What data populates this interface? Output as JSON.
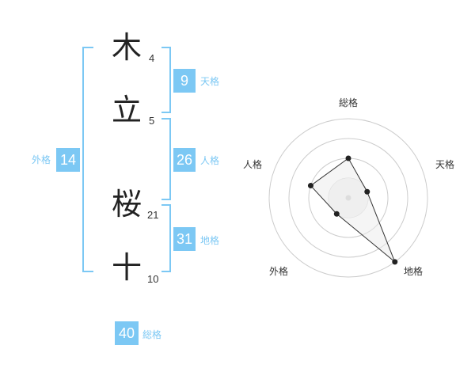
{
  "name": {
    "chars": [
      {
        "char": "木",
        "strokes": "4"
      },
      {
        "char": "立",
        "strokes": "5"
      },
      {
        "char": "桜",
        "strokes": "21"
      },
      {
        "char": "十",
        "strokes": "10"
      }
    ]
  },
  "fortunes": {
    "tenkaku": {
      "value": "9",
      "label": "天格"
    },
    "jinkaku": {
      "value": "26",
      "label": "人格"
    },
    "chikaku": {
      "value": "31",
      "label": "地格"
    },
    "gaikaku": {
      "value": "14",
      "label": "外格"
    },
    "soukaku": {
      "value": "40",
      "label": "総格"
    }
  },
  "radar": {
    "axis_labels": {
      "top": "総格",
      "upper_right": "天格",
      "upper_left": "人格",
      "lower_right": "地格",
      "lower_left": "外格"
    },
    "ring_count": 4,
    "scale_max": 4,
    "scores": {
      "soukaku": 2,
      "tenkaku": 1,
      "chikaku": 4,
      "gaikaku": 1,
      "jinkaku": 2
    },
    "colors": {
      "ring": "#cccccc",
      "polygon_stroke": "#333333",
      "point": "#222222",
      "center": "#dddddd"
    }
  },
  "colors": {
    "accent": "#7cc8f4"
  }
}
